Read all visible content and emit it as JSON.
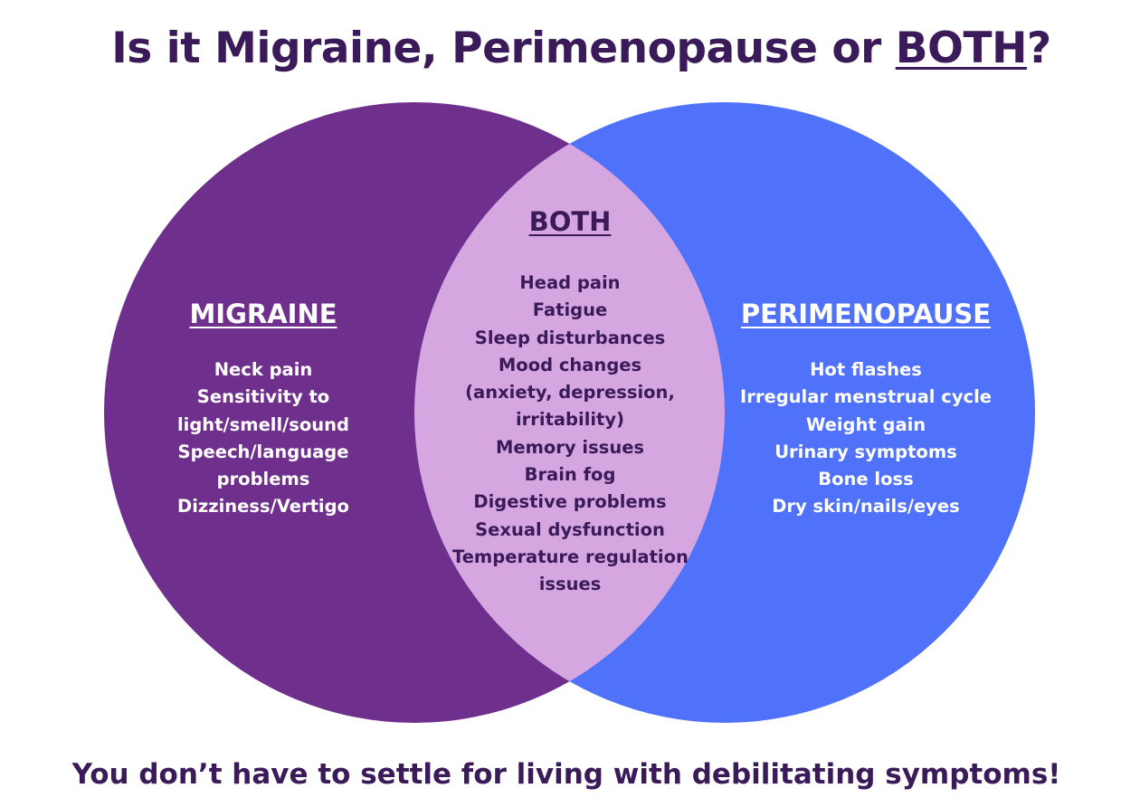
{
  "title": {
    "prefix": "Is it Migraine, Perimenopause or ",
    "emphasis": "BOTH",
    "suffix": "?"
  },
  "diagram": {
    "colors": {
      "migraine": "#6f2f8c",
      "perimenopause": "#5072fb",
      "both": "#d5a6e0",
      "text_dark": "#3b1a5a",
      "text_light": "#ffffff"
    },
    "migraine": {
      "label": "MIGRAINE",
      "items": [
        "Neck pain",
        "Sensitivity to",
        "light/smell/sound",
        "Speech/language",
        "problems",
        "Dizziness/Vertigo"
      ]
    },
    "both": {
      "label": "BOTH",
      "items": [
        "Head pain",
        "Fatigue",
        "Sleep disturbances",
        "Mood changes",
        "(anxiety, depression,",
        "irritability)",
        "Memory issues",
        "Brain fog",
        "Digestive problems",
        "Sexual dysfunction",
        "Temperature regulation",
        "issues"
      ]
    },
    "perimenopause": {
      "label": "PERIMENOPAUSE",
      "items": [
        "Hot flashes",
        "Irregular menstrual cycle",
        "Weight gain",
        "Urinary symptoms",
        "Bone loss",
        "Dry skin/nails/eyes"
      ]
    }
  },
  "footer": "You don’t have to settle for living with debilitating symptoms!"
}
